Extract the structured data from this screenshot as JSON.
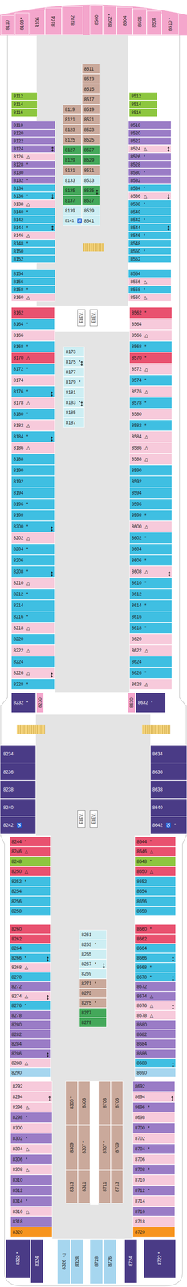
{
  "diagram": {
    "nodes": [
      {
        "text": [
          "8110"
        ]
      },
      {
        "text": [
          "8108",
          "*"
        ]
      },
      {
        "text": [
          "8106"
        ]
      },
      {
        "text": [
          "8104"
        ]
      },
      {
        "text": [
          "8102"
        ]
      },
      {
        "text": [
          "8500"
        ]
      },
      {
        "text": [
          "8502",
          "*"
        ]
      },
      {
        "text": [
          "8504"
        ]
      },
      {
        "text": [
          "8506"
        ]
      },
      {
        "text": [
          "8508"
        ]
      },
      {
        "text": [
          "8510",
          "*"
        ]
      },
      {
        "text": [
          "8511"
        ]
      },
      {
        "text": [
          "8513"
        ]
      },
      {
        "text": [
          "8515"
        ]
      },
      {
        "text": [
          "8517"
        ]
      },
      {
        "text": [
          "8519"
        ]
      },
      {
        "text": [
          "8521"
        ]
      },
      {
        "text": [
          "8523"
        ]
      },
      {
        "text": [
          "8525"
        ]
      },
      {
        "text": [
          "8527"
        ]
      },
      {
        "text": [
          "8529"
        ]
      },
      {
        "text": [
          "8531"
        ]
      },
      {
        "text": [
          "8533"
        ]
      },
      {
        "text": [
          "8535"
        ]
      },
      {
        "text": [
          "8537"
        ]
      },
      {
        "text": [
          "8539"
        ]
      },
      {
        "text": [
          "8541"
        ]
      },
      {
        "text": [
          "8119"
        ]
      },
      {
        "text": [
          "8121"
        ]
      },
      {
        "text": [
          "8123"
        ]
      },
      {
        "text": [
          "8125"
        ]
      },
      {
        "text": [
          "8127"
        ]
      },
      {
        "text": [
          "8129"
        ]
      },
      {
        "text": [
          "8131"
        ]
      },
      {
        "text": [
          "8133"
        ]
      },
      {
        "text": [
          "8135"
        ]
      },
      {
        "text": [
          "8137"
        ]
      },
      {
        "text": [
          "8139"
        ]
      },
      {
        "text": [
          "8141",
          "♿"
        ]
      },
      {
        "text": [
          "8112"
        ]
      },
      {
        "text": [
          "8114"
        ]
      },
      {
        "text": [
          "8116"
        ]
      },
      {
        "text": [
          "8512"
        ]
      },
      {
        "text": [
          "8514"
        ]
      },
      {
        "text": [
          "8516"
        ]
      },
      {
        "text": [
          "8118"
        ]
      },
      {
        "text": [
          "8120"
        ]
      },
      {
        "text": [
          "8122"
        ]
      },
      {
        "text": [
          "8124"
        ]
      },
      {
        "text": [
          "8126",
          "△"
        ]
      },
      {
        "text": [
          "8128",
          "*"
        ]
      },
      {
        "text": [
          "8130"
        ]
      },
      {
        "text": [
          "8132",
          "*"
        ]
      },
      {
        "text": [
          "8134"
        ]
      },
      {
        "text": [
          "8136",
          "*"
        ]
      },
      {
        "text": [
          "8138",
          "△"
        ]
      },
      {
        "text": [
          "8140",
          "*"
        ]
      },
      {
        "text": [
          "8142"
        ]
      },
      {
        "text": [
          "8144",
          "*"
        ]
      },
      {
        "text": [
          "8146",
          "△"
        ]
      },
      {
        "text": [
          "8148",
          "*"
        ]
      },
      {
        "text": [
          "8150"
        ]
      },
      {
        "text": [
          "8152"
        ]
      },
      {
        "text": [
          "8154"
        ]
      },
      {
        "text": [
          "8156"
        ]
      },
      {
        "text": [
          "8158",
          "*"
        ]
      },
      {
        "text": [
          "8160",
          "△"
        ]
      },
      {
        "text": [
          "8518"
        ]
      },
      {
        "text": [
          "8520"
        ]
      },
      {
        "text": [
          "8522"
        ]
      },
      {
        "text": [
          "8524",
          "△"
        ]
      },
      {
        "text": [
          "8526",
          "*"
        ]
      },
      {
        "text": [
          "8528"
        ]
      },
      {
        "text": [
          "8530",
          "*"
        ]
      },
      {
        "text": [
          "8532"
        ]
      },
      {
        "text": [
          "8534",
          "*"
        ]
      },
      {
        "text": [
          "8536",
          "△"
        ]
      },
      {
        "text": [
          "8538",
          "*"
        ]
      },
      {
        "text": [
          "8540"
        ]
      },
      {
        "text": [
          "8542",
          "*"
        ]
      },
      {
        "text": [
          "8544"
        ]
      },
      {
        "text": [
          "8546",
          "*"
        ]
      },
      {
        "text": [
          "8548"
        ]
      },
      {
        "text": [
          "8550",
          "*"
        ]
      },
      {
        "text": [
          "8552"
        ]
      },
      {
        "text": [
          "8554"
        ]
      },
      {
        "text": [
          "8556",
          "△"
        ]
      },
      {
        "text": [
          "8558",
          "*"
        ]
      },
      {
        "text": [
          "8560",
          "△"
        ]
      },
      {
        "text": [
          "ELEV."
        ]
      },
      {
        "text": [
          "ELEV."
        ]
      },
      {
        "text": [
          "8162"
        ]
      },
      {
        "text": [
          "8164",
          "*"
        ]
      },
      {
        "text": [
          "8166"
        ]
      },
      {
        "text": [
          "8168",
          "*"
        ]
      },
      {
        "text": [
          "8170",
          "△"
        ]
      },
      {
        "text": [
          "8172",
          "*"
        ]
      },
      {
        "text": [
          "8174"
        ]
      },
      {
        "text": [
          "8176",
          "*"
        ]
      },
      {
        "text": [
          "8178",
          "△"
        ]
      },
      {
        "text": [
          "8180",
          "*"
        ]
      },
      {
        "text": [
          "8182",
          "△"
        ]
      },
      {
        "text": [
          "8184",
          "*"
        ]
      },
      {
        "text": [
          "8186",
          "△"
        ]
      },
      {
        "text": [
          "8188"
        ]
      },
      {
        "text": [
          "8190"
        ]
      },
      {
        "text": [
          "8192"
        ]
      },
      {
        "text": [
          "8194"
        ]
      },
      {
        "text": [
          "8196",
          "*"
        ]
      },
      {
        "text": [
          "8198"
        ]
      },
      {
        "text": [
          "8200",
          "*"
        ]
      },
      {
        "text": [
          "8202",
          "△"
        ]
      },
      {
        "text": [
          "8204",
          "*"
        ]
      },
      {
        "text": [
          "8206"
        ]
      },
      {
        "text": [
          "8208",
          "*"
        ]
      },
      {
        "text": [
          "8210",
          "△"
        ]
      },
      {
        "text": [
          "8212",
          "*"
        ]
      },
      {
        "text": [
          "8214"
        ]
      },
      {
        "text": [
          "8216",
          "*"
        ]
      },
      {
        "text": [
          "8218",
          "△"
        ]
      },
      {
        "text": [
          "8220"
        ]
      },
      {
        "text": [
          "8222",
          "△"
        ]
      },
      {
        "text": [
          "8224"
        ]
      },
      {
        "text": [
          "8226",
          "△"
        ]
      },
      {
        "text": [
          "8228",
          "*"
        ]
      },
      {
        "text": [
          "8173"
        ]
      },
      {
        "text": [
          "8175",
          "*"
        ]
      },
      {
        "text": [
          "8177"
        ]
      },
      {
        "text": [
          "8179",
          "*"
        ]
      },
      {
        "text": [
          "8181"
        ]
      },
      {
        "text": [
          "8183",
          "*"
        ]
      },
      {
        "text": [
          "8185"
        ]
      },
      {
        "text": [
          "8187"
        ]
      },
      {
        "text": [
          "8562",
          "*"
        ]
      },
      {
        "text": [
          "8564"
        ]
      },
      {
        "text": [
          "8566",
          "△"
        ]
      },
      {
        "text": [
          "8568",
          "*"
        ]
      },
      {
        "text": [
          "8570",
          "*"
        ]
      },
      {
        "text": [
          "8572",
          "△"
        ]
      },
      {
        "text": [
          "8574",
          "*"
        ]
      },
      {
        "text": [
          "8576",
          "△"
        ]
      },
      {
        "text": [
          "8578",
          "*"
        ]
      },
      {
        "text": [
          "8580"
        ]
      },
      {
        "text": [
          "8582",
          "*"
        ]
      },
      {
        "text": [
          "8584",
          "△"
        ]
      },
      {
        "text": [
          "8586",
          "△"
        ]
      },
      {
        "text": [
          "8588",
          "△"
        ]
      },
      {
        "text": [
          "8590"
        ]
      },
      {
        "text": [
          "8592"
        ]
      },
      {
        "text": [
          "8594"
        ]
      },
      {
        "text": [
          "8596"
        ]
      },
      {
        "text": [
          "8598",
          "*"
        ]
      },
      {
        "text": [
          "8600",
          "△"
        ]
      },
      {
        "text": [
          "8602",
          "*"
        ]
      },
      {
        "text": [
          "8604"
        ]
      },
      {
        "text": [
          "8606",
          "*"
        ]
      },
      {
        "text": [
          "8608",
          "△"
        ]
      },
      {
        "text": [
          "8610",
          "*"
        ]
      },
      {
        "text": [
          "8612"
        ]
      },
      {
        "text": [
          "8614",
          "*"
        ]
      },
      {
        "text": [
          "8616"
        ]
      },
      {
        "text": [
          "8618",
          "*"
        ]
      },
      {
        "text": [
          "8620"
        ]
      },
      {
        "text": [
          "8622",
          "△"
        ]
      },
      {
        "text": [
          "8624"
        ]
      },
      {
        "text": [
          "8626",
          "*"
        ]
      },
      {
        "text": [
          "8628",
          "△"
        ]
      },
      {
        "text": [
          "8232",
          "*"
        ]
      },
      {
        "text": [
          "8230"
        ]
      },
      {
        "text": [
          "8630"
        ]
      },
      {
        "text": [
          "8632",
          "*"
        ]
      },
      {
        "text": [
          "8234"
        ]
      },
      {
        "text": [
          "8236"
        ]
      },
      {
        "text": [
          "8238"
        ]
      },
      {
        "text": [
          "8240"
        ]
      },
      {
        "text": [
          "8242",
          "♿"
        ]
      },
      {
        "text": [
          "8634"
        ]
      },
      {
        "text": [
          "8636"
        ]
      },
      {
        "text": [
          "8638"
        ]
      },
      {
        "text": [
          "8640"
        ]
      },
      {
        "text": [
          "8642",
          "♿",
          "*"
        ]
      },
      {
        "text": [
          "ELEV."
        ]
      },
      {
        "text": [
          "ELEV."
        ]
      },
      {
        "text": [
          "8244",
          "*"
        ]
      },
      {
        "text": [
          "8246",
          "△"
        ]
      },
      {
        "text": [
          "8248"
        ]
      },
      {
        "text": [
          "8250",
          "△"
        ]
      },
      {
        "text": [
          "8252",
          "*"
        ]
      },
      {
        "text": [
          "8254"
        ]
      },
      {
        "text": [
          "8256"
        ]
      },
      {
        "text": [
          "8258"
        ]
      },
      {
        "text": [
          "8260"
        ]
      },
      {
        "text": [
          "8262"
        ]
      },
      {
        "text": [
          "8264"
        ]
      },
      {
        "text": [
          "8266",
          "*"
        ]
      },
      {
        "text": [
          "8268",
          "△"
        ]
      },
      {
        "text": [
          "8270"
        ]
      },
      {
        "text": [
          "8272"
        ]
      },
      {
        "text": [
          "8274",
          "△"
        ]
      },
      {
        "text": [
          "8276",
          "*"
        ]
      },
      {
        "text": [
          "8278"
        ]
      },
      {
        "text": [
          "8280"
        ]
      },
      {
        "text": [
          "8282"
        ]
      },
      {
        "text": [
          "8284"
        ]
      },
      {
        "text": [
          "8286"
        ]
      },
      {
        "text": [
          "8288",
          "△"
        ]
      },
      {
        "text": [
          "8290"
        ]
      },
      {
        "text": [
          "8261"
        ]
      },
      {
        "text": [
          "8263",
          "*"
        ]
      },
      {
        "text": [
          "8265"
        ]
      },
      {
        "text": [
          "8267",
          "*"
        ]
      },
      {
        "text": [
          "8269"
        ]
      },
      {
        "text": [
          "8271",
          "*"
        ]
      },
      {
        "text": [
          "8273"
        ]
      },
      {
        "text": [
          "8275",
          "*"
        ]
      },
      {
        "text": [
          "8277"
        ]
      },
      {
        "text": [
          "8279"
        ]
      },
      {
        "text": [
          "8644",
          "*"
        ]
      },
      {
        "text": [
          "8646",
          "△"
        ]
      },
      {
        "text": [
          "8648",
          "*"
        ]
      },
      {
        "text": [
          "8650",
          "△"
        ]
      },
      {
        "text": [
          "8652"
        ]
      },
      {
        "text": [
          "8654"
        ]
      },
      {
        "text": [
          "8656"
        ]
      },
      {
        "text": [
          "8658"
        ]
      },
      {
        "text": [
          "8660",
          "*"
        ]
      },
      {
        "text": [
          "8662"
        ]
      },
      {
        "text": [
          "8664"
        ]
      },
      {
        "text": [
          "8666"
        ]
      },
      {
        "text": [
          "8668",
          "*"
        ]
      },
      {
        "text": [
          "8670",
          "*"
        ]
      },
      {
        "text": [
          "8672"
        ]
      },
      {
        "text": [
          "8674",
          "△"
        ]
      },
      {
        "text": [
          "8676",
          "△"
        ]
      },
      {
        "text": [
          "8678",
          "△"
        ]
      },
      {
        "text": [
          "8680"
        ]
      },
      {
        "text": [
          "8682"
        ]
      },
      {
        "text": [
          "8684"
        ]
      },
      {
        "text": [
          "8686"
        ]
      },
      {
        "text": [
          "8688"
        ]
      },
      {
        "text": [
          "8690"
        ]
      },
      {
        "text": [
          "8292"
        ]
      },
      {
        "text": [
          "8294"
        ]
      },
      {
        "text": [
          "8296",
          "△"
        ]
      },
      {
        "text": [
          "8298",
          "*"
        ]
      },
      {
        "text": [
          "8300"
        ]
      },
      {
        "text": [
          "8302",
          "*"
        ]
      },
      {
        "text": [
          "8304",
          "△"
        ]
      },
      {
        "text": [
          "8306",
          "*"
        ]
      },
      {
        "text": [
          "8308",
          "△"
        ]
      },
      {
        "text": [
          "8310"
        ]
      },
      {
        "text": [
          "8312"
        ]
      },
      {
        "text": [
          "8314",
          "*"
        ]
      },
      {
        "text": [
          "8316",
          "△"
        ]
      },
      {
        "text": [
          "8318"
        ]
      },
      {
        "text": [
          "8320"
        ]
      },
      {
        "text": [
          "8305",
          "*"
        ]
      },
      {
        "text": [
          "8303"
        ]
      },
      {
        "text": [
          "8703"
        ]
      },
      {
        "text": [
          "8705"
        ]
      },
      {
        "text": [
          "8309"
        ]
      },
      {
        "text": [
          "8307",
          "*"
        ]
      },
      {
        "text": [
          "8707",
          "*"
        ]
      },
      {
        "text": [
          "8709"
        ]
      },
      {
        "text": [
          "8313"
        ]
      },
      {
        "text": [
          "8311"
        ]
      },
      {
        "text": [
          "8711"
        ]
      },
      {
        "text": [
          "8713"
        ]
      },
      {
        "text": [
          "8692"
        ]
      },
      {
        "text": [
          "8694"
        ]
      },
      {
        "text": [
          "8696",
          "*"
        ]
      },
      {
        "text": [
          "8698"
        ]
      },
      {
        "text": [
          "8700",
          "*"
        ]
      },
      {
        "text": [
          "8702"
        ]
      },
      {
        "text": [
          "8704",
          "*"
        ]
      },
      {
        "text": [
          "8706"
        ]
      },
      {
        "text": [
          "8708",
          "*"
        ]
      },
      {
        "text": [
          "8710"
        ]
      },
      {
        "text": [
          "8712",
          "*"
        ]
      },
      {
        "text": [
          "8714"
        ]
      },
      {
        "text": [
          "8716"
        ]
      },
      {
        "text": [
          "8718"
        ]
      },
      {
        "text": [
          "8720"
        ]
      },
      {
        "text": [
          "8322",
          "*"
        ]
      },
      {
        "text": [
          "8324"
        ]
      },
      {
        "text": [
          "8326",
          "△"
        ]
      },
      {
        "text": [
          "8328"
        ]
      },
      {
        "text": [
          "8728"
        ]
      },
      {
        "text": [
          "8726"
        ]
      },
      {
        "text": [
          "8724"
        ]
      },
      {
        "text": [
          "8722",
          "*"
        ]
      }
    ]
  }
}
